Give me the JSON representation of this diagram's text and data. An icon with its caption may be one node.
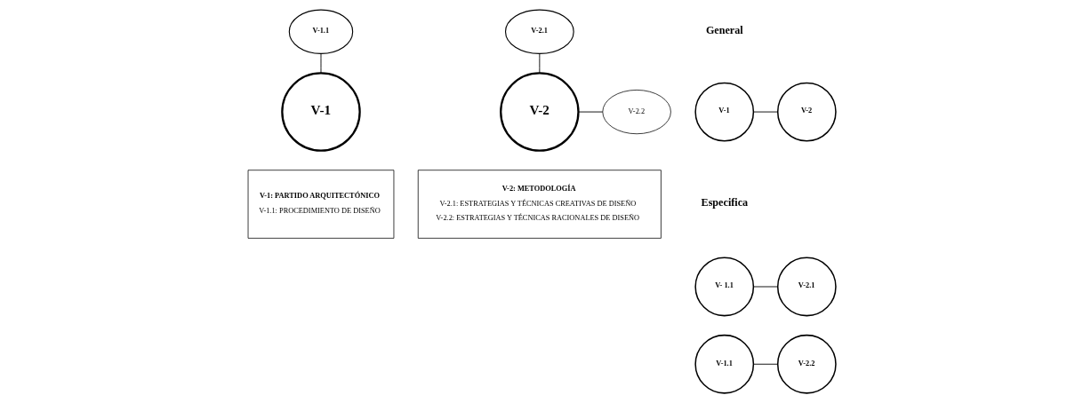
{
  "diagram": {
    "nodes": [
      {
        "text": [
          "V-1.1"
        ]
      },
      {
        "text": [
          "V-1"
        ]
      },
      {
        "text": [
          "V-2.1"
        ]
      },
      {
        "text": [
          "V-2"
        ]
      },
      {
        "text": [
          "V-2.2"
        ]
      },
      {
        "text": [
          "V-1: PARTIDO ARQUITECTÓNICO",
          "V-1.1: PROCEDIMIENTO DE DISEÑO"
        ]
      },
      {
        "text": [
          "V-2: METODOLOGÍA",
          "V-2.1: ESTRATEGIAS Y TÉCNICAS CREATIVAS DE DISEÑO",
          "V-2.2: ESTRATEGIAS Y TÉCNICAS RACIONALES DE DISEÑO"
        ]
      },
      {
        "text": [
          "V-1"
        ]
      },
      {
        "text": [
          "V-2"
        ]
      },
      {
        "text": [
          "V- 1.1"
        ]
      },
      {
        "text": [
          "V-2.1"
        ]
      },
      {
        "text": [
          "V-1.1"
        ]
      },
      {
        "text": [
          "V-2.2"
        ]
      }
    ],
    "edges": [
      {
        "from": 0,
        "to": 1,
        "arrow": "none"
      },
      {
        "from": 2,
        "to": 3,
        "arrow": "none"
      },
      {
        "from": 3,
        "to": 4,
        "arrow": "none"
      },
      {
        "from": 7,
        "to": 8,
        "arrow": "none"
      },
      {
        "from": 9,
        "to": 10,
        "arrow": "none"
      },
      {
        "from": 11,
        "to": 12,
        "arrow": "none"
      }
    ],
    "labels": [
      "General",
      "Especifica"
    ]
  }
}
